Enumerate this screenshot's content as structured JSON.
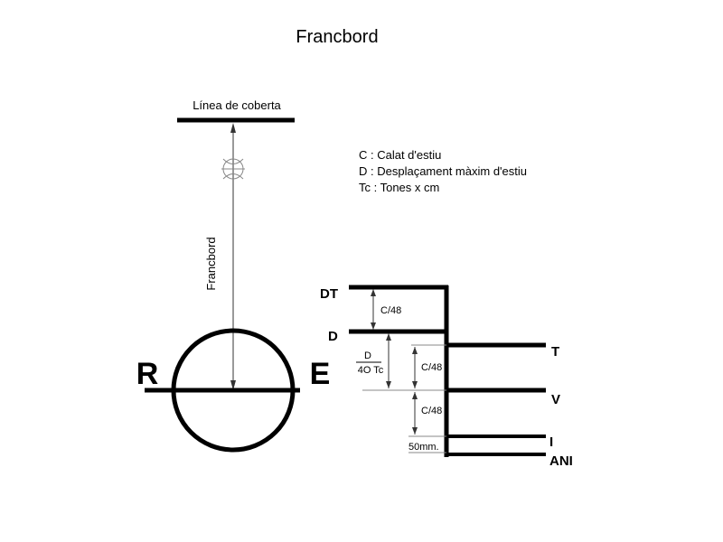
{
  "title": "Francbord",
  "deck_line_label": "Línea de coberta",
  "freeboard_label": "Francbord",
  "plimsoll": {
    "left_letter": "R",
    "right_letter": "E"
  },
  "legend": [
    "C : Calat d'estiu",
    "D : Desplaçament màxim d'estiu",
    "Tc : Tones x cm"
  ],
  "load_lines": {
    "DT": "DT",
    "D": "D",
    "T": "T",
    "V": "V",
    "I": "I",
    "ANI": "ANI"
  },
  "dimensions": {
    "dt_to_d": "C/48",
    "fraction_numerator": "D",
    "fraction_denominator": "4O Tc",
    "d_to_t": "C/48",
    "t_to_v": "C/48",
    "i_to_ani": "50mm."
  }
}
